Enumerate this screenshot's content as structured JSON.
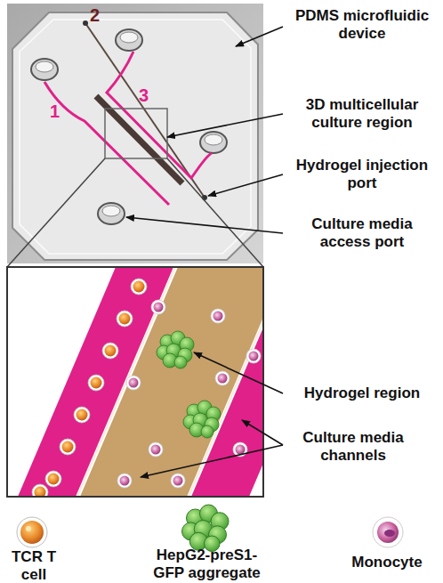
{
  "diagram": {
    "labels": [
      "1",
      "2",
      "3",
      "PDMS microfluidic device",
      "3D multicellular culture region",
      "Hydrogel injection port",
      "Culture media access port",
      "Hydrogel region",
      "Culture media channels",
      "TCR T cell",
      "HepG2-preS1-GFP aggregate",
      "Monocyte"
    ]
  }
}
